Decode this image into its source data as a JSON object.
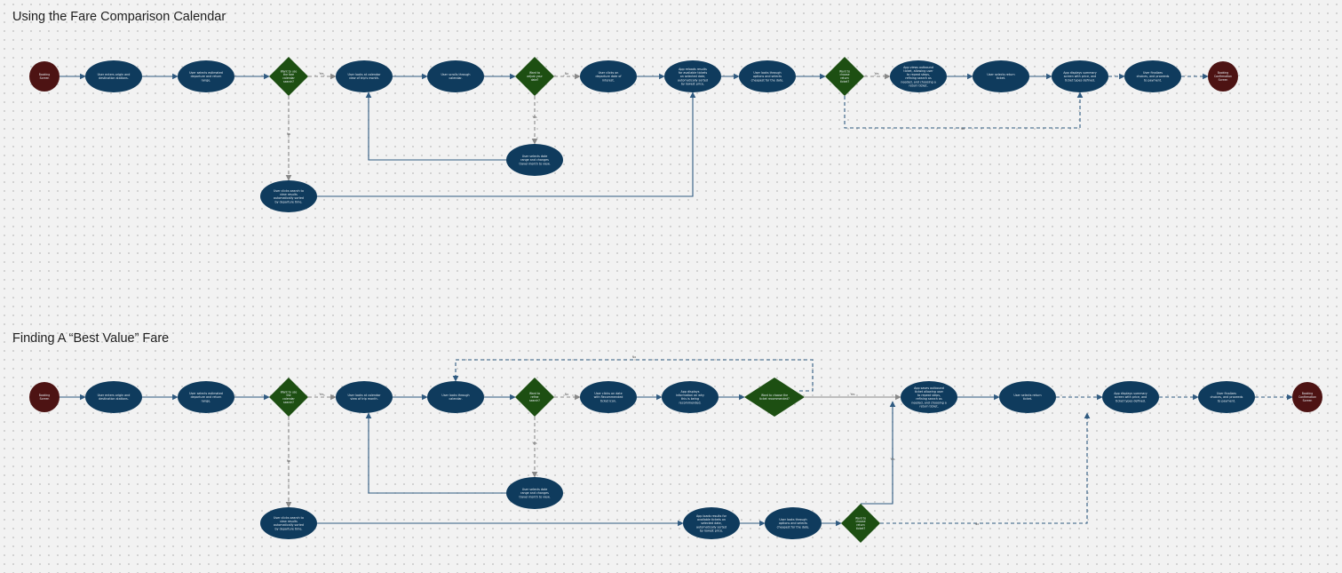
{
  "titles": {
    "flow1": "Using the Fare Comparison Calendar",
    "flow2": "Finding A “Best Value” Fare"
  },
  "colors": {
    "process": "#0f3b5d",
    "decision": "#1d4f12",
    "terminal": "#4d1313",
    "edge": "#2f5a80"
  },
  "flow1": {
    "nodes": [
      {
        "id": "f1-start",
        "kind": "terminal",
        "text": "Booking Screen"
      },
      {
        "id": "f1-p1",
        "kind": "process",
        "text": "User enters origin and destination stations."
      },
      {
        "id": "f1-p2",
        "kind": "process",
        "text": "User selects estimated departure and return range."
      },
      {
        "id": "f1-d1",
        "kind": "decision",
        "text": "Want to use the fare calendar search?"
      },
      {
        "id": "f1-p3",
        "kind": "process",
        "text": "User looks at calendar view of trip's month."
      },
      {
        "id": "f1-p4",
        "kind": "process",
        "text": "User scrolls through calendar."
      },
      {
        "id": "f1-d2",
        "kind": "decision",
        "text": "Want to adjust your date?"
      },
      {
        "id": "f1-p5",
        "kind": "process",
        "text": "User clicks on departure date of interest."
      },
      {
        "id": "f1-p6",
        "kind": "process",
        "text": "App reloads results for available tickets on selected date, automatically sorted by lowest price."
      },
      {
        "id": "f1-p7",
        "kind": "process",
        "text": "User looks through options and selects cheapest for the date."
      },
      {
        "id": "f1-d3",
        "kind": "decision",
        "text": "Want to choose return ticket?"
      },
      {
        "id": "f1-p8",
        "kind": "process",
        "text": "App views outbound ticket, allowing user to repeat steps, refining search as needed, and choosing a return ticket."
      },
      {
        "id": "f1-p9",
        "kind": "process",
        "text": "User selects return ticket."
      },
      {
        "id": "f1-p10",
        "kind": "process",
        "text": "App displays summary screen with price, and ticket types defined."
      },
      {
        "id": "f1-p11",
        "kind": "process",
        "text": "User finalizes choices, and proceeds to payment."
      },
      {
        "id": "f1-end",
        "kind": "terminal",
        "text": "Booking Confirmation Screen"
      },
      {
        "id": "f1-p12",
        "kind": "process",
        "text": "User selects date range and changes travel month to view."
      },
      {
        "id": "f1-p13",
        "kind": "process",
        "text": "User clicks search to view results automatically sorted by departure time."
      }
    ],
    "labels": {
      "yes": "Yes",
      "no": "No"
    }
  },
  "flow2": {
    "nodes": [
      {
        "id": "f2-start",
        "kind": "terminal",
        "text": "Booking Screen"
      },
      {
        "id": "f2-p1",
        "kind": "process",
        "text": "User enters origin and destination stations."
      },
      {
        "id": "f2-p2",
        "kind": "process",
        "text": "User selects estimated departure and return range."
      },
      {
        "id": "f2-d1",
        "kind": "decision",
        "text": "Want to use the calendar search?"
      },
      {
        "id": "f2-p3",
        "kind": "process",
        "text": "User looks at calendar view of trip month."
      },
      {
        "id": "f2-p4",
        "kind": "process",
        "text": "User looks through calendar."
      },
      {
        "id": "f2-d2",
        "kind": "decision",
        "text": "Want to refine search?"
      },
      {
        "id": "f2-p5",
        "kind": "process",
        "text": "User clicks on date with Recommended ticket icon."
      },
      {
        "id": "f2-p6",
        "kind": "process",
        "text": "App displays information on why this is being recommended."
      },
      {
        "id": "f2-d3",
        "kind": "decision",
        "text": "Want to choose the ticket recommended?"
      },
      {
        "id": "f2-p7",
        "kind": "process",
        "text": "App saves outbound ticket allowing user to repeat steps, refining search as needed, and choosing a return ticket."
      },
      {
        "id": "f2-p8",
        "kind": "process",
        "text": "User selects return ticket."
      },
      {
        "id": "f2-p9",
        "kind": "process",
        "text": "App displays summary screen with price, and ticket types defined."
      },
      {
        "id": "f2-p10",
        "kind": "process",
        "text": "User finalizes choices, and proceeds to payment."
      },
      {
        "id": "f2-end",
        "kind": "terminal",
        "text": "Booking Confirmation Screen"
      },
      {
        "id": "f2-p11",
        "kind": "process",
        "text": "User selects date range and changes travel month to view."
      },
      {
        "id": "f2-p12",
        "kind": "process",
        "text": "User clicks search to view results automatically sorted by departure time."
      },
      {
        "id": "f2-p13",
        "kind": "process",
        "text": "App loads results for available tickets on selected date, automatically sorted by lowest price."
      },
      {
        "id": "f2-p14",
        "kind": "process",
        "text": "User looks through options and selects cheapest for the date."
      },
      {
        "id": "f2-d4",
        "kind": "decision",
        "text": "Want to choose return ticket?"
      }
    ],
    "labels": {
      "yes": "Yes",
      "no": "No"
    }
  }
}
